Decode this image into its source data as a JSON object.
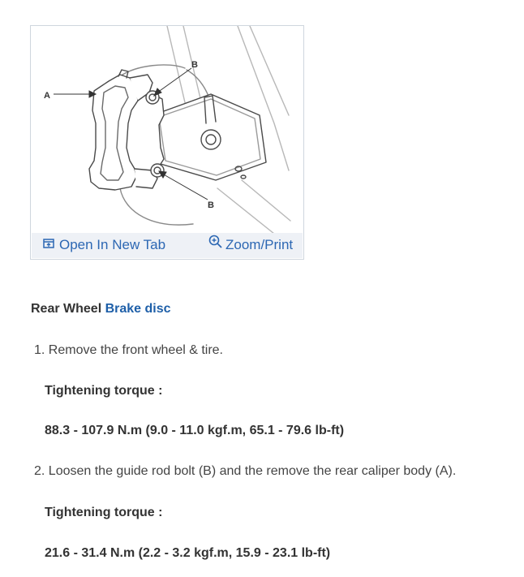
{
  "figure": {
    "callouts": {
      "a": "A",
      "b_top": "B",
      "b_bottom": "B"
    },
    "open_new_tab_label": "Open In New Tab",
    "zoom_print_label": "Zoom/Print",
    "link_color": "#2c67b3",
    "icons": {
      "open_new_tab": "open-new-tab-icon",
      "zoom": "zoom-icon"
    }
  },
  "heading": {
    "prefix": "Rear Wheel",
    "link": "Brake disc",
    "accent_color": "#1e5fa8"
  },
  "steps": [
    {
      "text": "1. Remove the front wheel & tire.",
      "torque_label": "Tightening torque :",
      "torque_value": "88.3 - 107.9 N.m (9.0 - 11.0 kgf.m, 65.1 - 79.6 lb-ft)"
    },
    {
      "text": "2. Loosen the guide rod bolt (B) and the remove the rear caliper body (A).",
      "torque_label": "Tightening torque :",
      "torque_value": "21.6 - 31.4 N.m (2.2 - 3.2 kgf.m, 15.9 - 23.1 lb-ft)"
    }
  ]
}
